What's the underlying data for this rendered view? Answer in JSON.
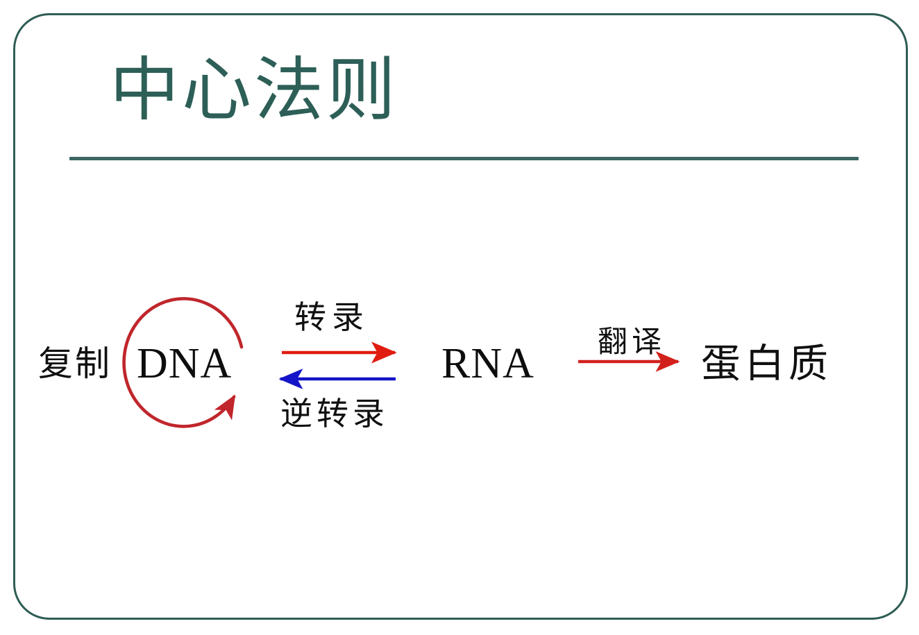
{
  "slide": {
    "title": "中心法则",
    "border_color": "#2e5d55",
    "title_color": "#2d5f57",
    "rule_color": "#3c6660",
    "background_color": "#ffffff"
  },
  "diagram": {
    "type": "central-dogma-flow",
    "nodes": [
      {
        "id": "dna",
        "label": "DNA",
        "script": "latin"
      },
      {
        "id": "rna",
        "label": "RNA",
        "script": "latin"
      },
      {
        "id": "protein",
        "label": "蛋白质",
        "script": "cjk"
      }
    ],
    "edges": [
      {
        "id": "replication",
        "label": "复制",
        "from": "dna",
        "to": "dna",
        "shape": "circular-loop",
        "color": "#c0262b"
      },
      {
        "id": "transcription",
        "label": "转录",
        "from": "dna",
        "to": "rna",
        "direction": "right",
        "color": "#e01b10"
      },
      {
        "id": "reverse-transcription",
        "label": "逆转录",
        "from": "rna",
        "to": "dna",
        "direction": "left",
        "color": "#1414c8"
      },
      {
        "id": "translation",
        "label": "翻译",
        "from": "rna",
        "to": "protein",
        "direction": "right",
        "color": "#d2211c"
      }
    ]
  }
}
